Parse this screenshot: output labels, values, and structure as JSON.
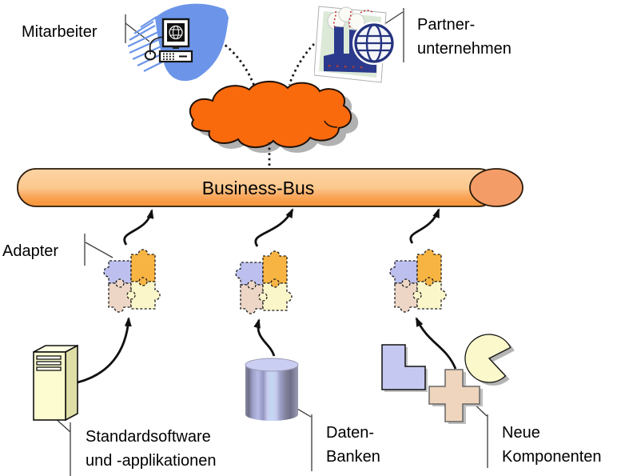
{
  "diagram_title": "Business-Bus EAI architecture diagram",
  "bus": {
    "label": "Business-Bus",
    "gradient_top": "#FDD3A3",
    "gradient_mid": "#F9A85E",
    "gradient_bottom": "#F8993F",
    "cap_color": "#F49C68",
    "outline": "#2A1A0A"
  },
  "cloud": {
    "fill": "#F96A0D",
    "outline": "#1D1007",
    "shadow": "#B1B1B1"
  },
  "labels": {
    "mitarbeiter": "Mitarbeiter",
    "partner_line1": "Partner-",
    "partner_line2": "unternehmen",
    "adapter": "Adapter",
    "standardsoftware_line1": "Standardsoftware",
    "standardsoftware_line2": "und -applikationen",
    "datenbanken_line1": "Daten-",
    "datenbanken_line2": "Banken",
    "neue_line1": "Neue",
    "neue_line2": "Komponenten"
  },
  "icons": {
    "workstation": "workstation-computer-icon",
    "factory": "partner-factory-globe-icon",
    "adapter_puzzle": "puzzle-adapter-icon",
    "server": "server-tower-icon",
    "database": "database-cylinder-icon",
    "l_shape": "l-component-shape",
    "cross_shape": "cross-component-shape",
    "pie_shape": "pie-component-shape"
  },
  "colors": {
    "puzzle_lavender": "#BDC0EF",
    "puzzle_orange": "#F7B442",
    "puzzle_tan": "#EDD6C6",
    "puzzle_yellow": "#FBF6C9",
    "server_front": "#FCFCD0",
    "server_side": "#DEDEA6",
    "server_top": "#FFFFE4",
    "database_top": "#CACEF2",
    "l_shape_fill": "#C5C9F1",
    "cross_shape_fill": "#EFD5BE",
    "pie_shape_fill": "#FBF8CB",
    "page_blue": "#6C95E9",
    "factory_navy": "#2B3A8C",
    "factory_card_green": "#DCE9D7"
  }
}
